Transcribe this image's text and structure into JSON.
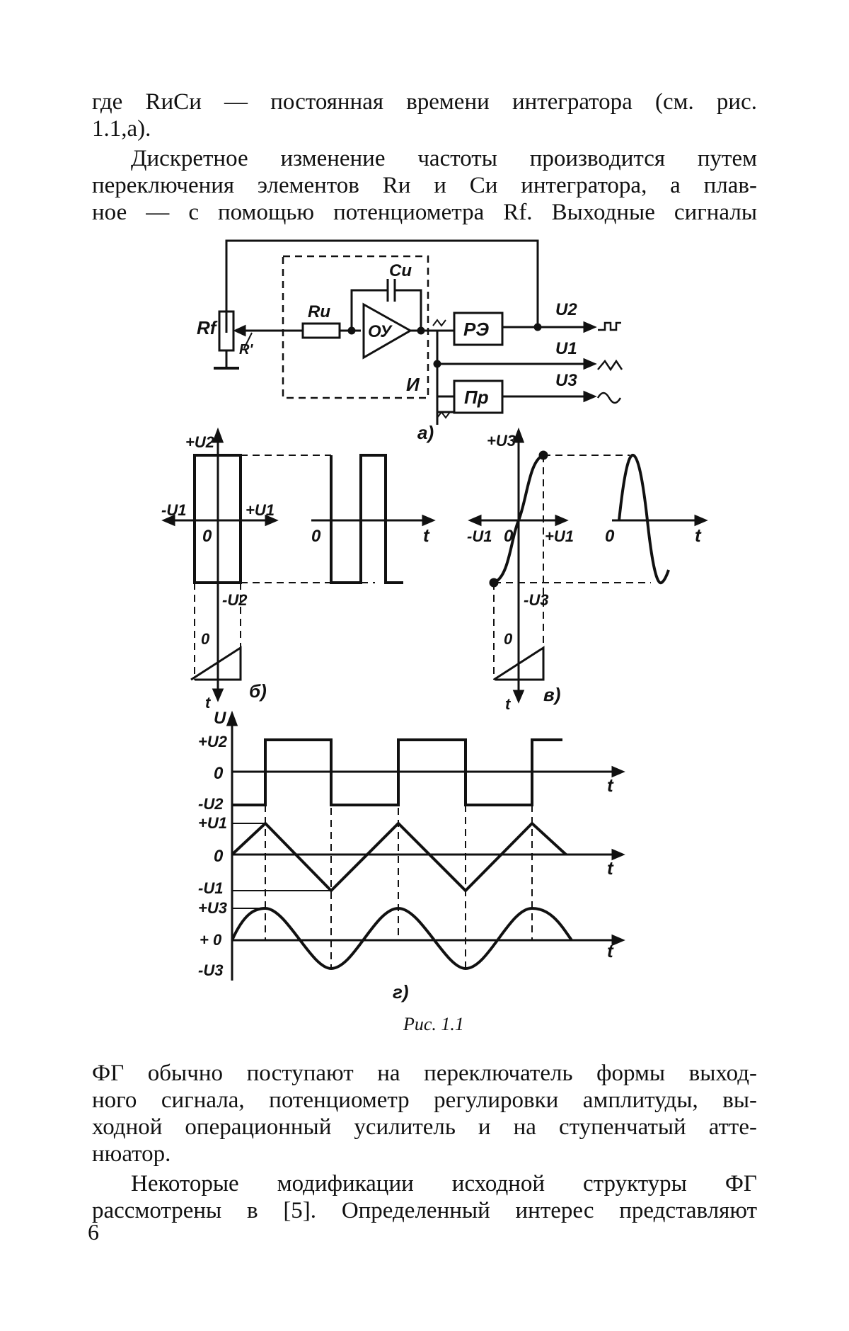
{
  "text_top": {
    "p1_lines": [
      "где RиCи — постоянная времени интегратора (см. рис.",
      "1.1,a)."
    ],
    "p2_lines": [
      "Дискретное изменение частоты производится путем",
      "переключения элементов Rи и Cи интегратора, а плав-",
      "ное — с помощью потенциометра Rf. Выходные сигналы"
    ]
  },
  "figure": {
    "circuit": {
      "labels": {
        "rf": "Rf",
        "r_prime": "R'",
        "ri": "Rи",
        "ci": "Cи",
        "oa": "ОУ",
        "rz": "РЭ",
        "pr": "Пр",
        "i": "И",
        "u2": "U2",
        "u1": "U1",
        "u3": "U3"
      },
      "subfig": "а)"
    },
    "b": {
      "labels": {
        "plus_u2": "+U2",
        "minus_u2": "-U2",
        "minus_u1": "-U1",
        "plus_u1": "+U1",
        "zero": "0",
        "zero_t": "0",
        "t": "t",
        "t_down": "t",
        "zero_tri": "0"
      },
      "subfig": "б)"
    },
    "v": {
      "labels": {
        "plus_u3": "+U3",
        "minus_u3": "-U3",
        "minus_u1": "-U1",
        "plus_u1": "+U1",
        "zero": "0",
        "zero_t": "0",
        "t": "t",
        "t_down": "t",
        "zero_tri": "0"
      },
      "subfig": "в)"
    },
    "g": {
      "labels": {
        "u": "U",
        "plus_u2": "+U2",
        "zero1": "0",
        "minus_u2": "-U2",
        "plus_u1": "+U1",
        "zero2": "0",
        "minus_u1": "-U1",
        "plus_u3": "+U3",
        "zero3": "+ 0",
        "minus_u3": "-U3",
        "t1": "t",
        "t2": "t",
        "t3": "t"
      },
      "subfig": "г)"
    },
    "caption": "Рис. 1.1"
  },
  "text_bottom": {
    "p3_lines": [
      "ФГ обычно поступают на переключатель формы выход-",
      "ного сигнала, потенциометр регулировки амплитуды, вы-",
      "ходной операционный усилитель и на ступенчатый атте-",
      "нюатор."
    ],
    "p4_lines": [
      "Некоторые модификации исходной структуры ФГ",
      "рассмотрены в [5]. Определенный интерес представляют"
    ]
  },
  "page_number": "6"
}
